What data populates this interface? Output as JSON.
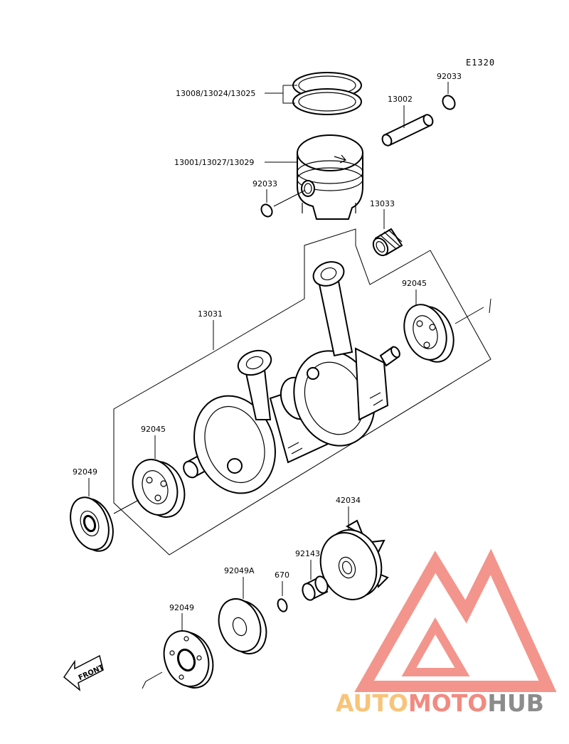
{
  "diagram_code": "E1320",
  "labels": {
    "rings": "13008/13024/13025",
    "clip_top": "92033",
    "pin": "13002",
    "piston": "13001/13027/13029",
    "clip_left": "92033",
    "needle_bearing": "13033",
    "crankshaft": "13031",
    "bearing_right": "92045",
    "bearing_left": "92045",
    "seal_left": "92049",
    "rotor": "42034",
    "collar": "92143",
    "washer": "670",
    "seal_a": "92049A",
    "seal_bottom": "92049"
  },
  "front_arrow": "FRONT",
  "brand": {
    "part1": "AUTO",
    "part2": "MOTO",
    "part3": "HUB",
    "color1": "#f7c47a",
    "color2": "#f28a80",
    "color3": "#8c8c8c",
    "logo_color": "#f28a80"
  }
}
